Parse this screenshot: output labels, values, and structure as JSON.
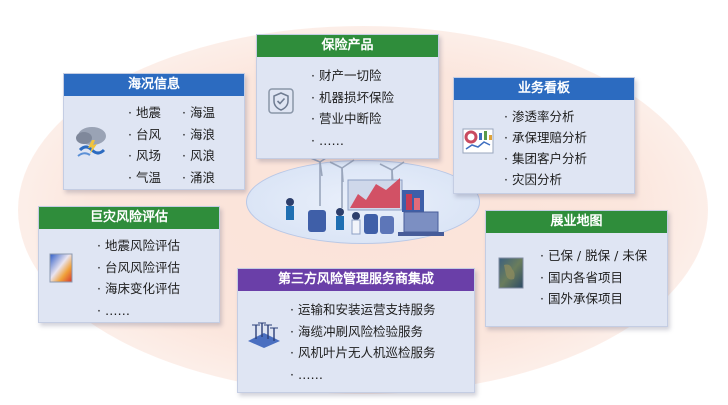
{
  "cards": {
    "ocean": {
      "title": "海况信息",
      "items": [
        "· 地震",
        "· 海温",
        "· 台风",
        "· 海浪",
        "· 风场",
        "· 风浪",
        "· 气温",
        "· 涌浪"
      ],
      "icon": "weather-storm-icon"
    },
    "insurance": {
      "title": "保险产品",
      "items": [
        "· 财产一切险",
        "· 机器损坏保险",
        "· 营业中断险",
        "· ……"
      ],
      "icon": "shield-check-icon"
    },
    "dashboard": {
      "title": "业务看板",
      "items": [
        "· 渗透率分析",
        "· 承保理赔分析",
        "· 集团客户分析",
        "· 灾因分析"
      ],
      "icon": "dashboard-charts-icon"
    },
    "catastrophe": {
      "title": "巨灾风险评估",
      "items": [
        "· 地震风险评估",
        "· 台风风险评估",
        "· 海床变化评估",
        "· ……"
      ],
      "icon": "risk-heatmap-icon"
    },
    "map": {
      "title": "展业地图",
      "items": [
        "· 已保 / 脱保 / 未保",
        "· 国内各省项目",
        "· 国外承保项目"
      ],
      "icon": "satellite-map-icon"
    },
    "thirdparty": {
      "title": "第三方风险管理服务商集成",
      "items": [
        "· 运输和安装运营支持服务",
        "· 海缆冲刷风险检验服务",
        "· 风机叶片无人机巡检服务",
        "· ……"
      ],
      "icon": "offshore-wind-farm-icon"
    }
  },
  "colors": {
    "green_header": "#2f8d3b",
    "blue_header": "#2c6bc0",
    "purple_header": "#6a3fa8",
    "card_body": "#dfe5f3",
    "halo": "#fbe2d8"
  },
  "center_illustration": "offshore-wind-data-platform-illustration"
}
